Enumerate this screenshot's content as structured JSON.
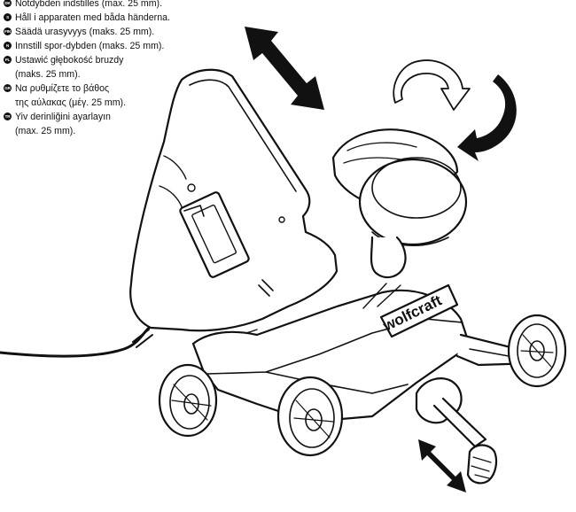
{
  "instructions": [
    {
      "code": "DK",
      "text": "Notdybden indstilles (max. 25 mm)."
    },
    {
      "code": "S",
      "text": "Håll i apparaten med båda händerna."
    },
    {
      "code": "FIN",
      "text": "Säädä urasyvyys (maks. 25 mm)."
    },
    {
      "code": "N",
      "text": "Innstill spor-dybden (maks. 25 mm)."
    },
    {
      "code": "PL",
      "text": "Ustawić głębokość bruzdy",
      "cont": "(maks. 25 mm)."
    },
    {
      "code": "GR",
      "text": "Να ρυθμίζετε το βάθος",
      "cont": "της αύλακας (μέγ. 25 mm)."
    },
    {
      "code": "TR",
      "text": "Yiv derinliğini ayarlayın",
      "cont": "(max. 25 mm)."
    }
  ],
  "illustration": {
    "brand_logo": "wolfcraft",
    "icons": [
      "double-arrow-icon",
      "rotate-arrow-outline-icon",
      "rotate-arrow-solid-icon",
      "double-arrow-depth-icon"
    ]
  }
}
